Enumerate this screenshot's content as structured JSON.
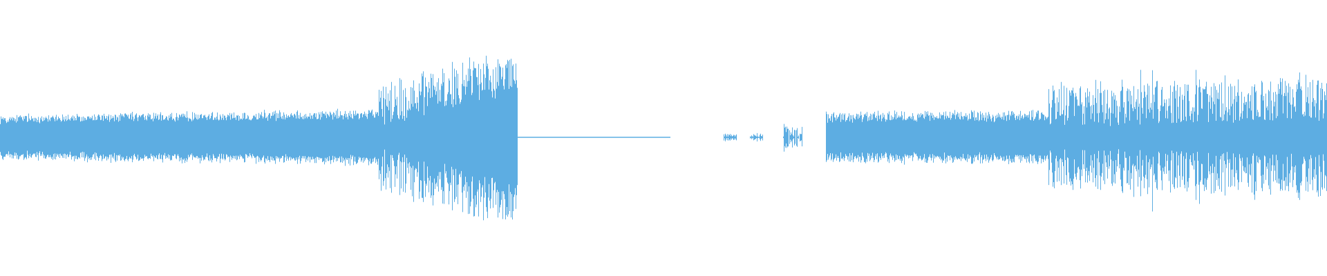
{
  "waveform": {
    "color": "#5dade2",
    "background": "#ffffff",
    "duration_fraction_segments": [
      {
        "start": 0.0,
        "end": 0.285,
        "base": 0.22,
        "grow": 0.06,
        "jitter": 0.1
      },
      {
        "start": 0.285,
        "end": 0.39,
        "base": 0.3,
        "grow": 0.5,
        "jitter": 0.55
      },
      {
        "start": 0.39,
        "end": 0.505,
        "base": 0.004,
        "grow": 0.0,
        "jitter": 0.004
      },
      {
        "start": 0.505,
        "end": 0.545,
        "base": 0.0,
        "grow": 0.0,
        "jitter": 0.0
      },
      {
        "start": 0.545,
        "end": 0.555,
        "base": 0.02,
        "grow": 0.0,
        "jitter": 0.05
      },
      {
        "start": 0.555,
        "end": 0.565,
        "base": 0.0,
        "grow": 0.0,
        "jitter": 0.0
      },
      {
        "start": 0.565,
        "end": 0.575,
        "base": 0.02,
        "grow": 0.0,
        "jitter": 0.05
      },
      {
        "start": 0.575,
        "end": 0.59,
        "base": 0.0,
        "grow": 0.0,
        "jitter": 0.0
      },
      {
        "start": 0.59,
        "end": 0.605,
        "base": 0.03,
        "grow": 0.0,
        "jitter": 0.22
      },
      {
        "start": 0.605,
        "end": 0.622,
        "base": 0.0,
        "grow": 0.0,
        "jitter": 0.0
      },
      {
        "start": 0.622,
        "end": 0.79,
        "base": 0.24,
        "grow": 0.02,
        "jitter": 0.12
      },
      {
        "start": 0.79,
        "end": 1.0,
        "base": 0.3,
        "grow": 0.1,
        "jitter": 0.55
      }
    ]
  }
}
